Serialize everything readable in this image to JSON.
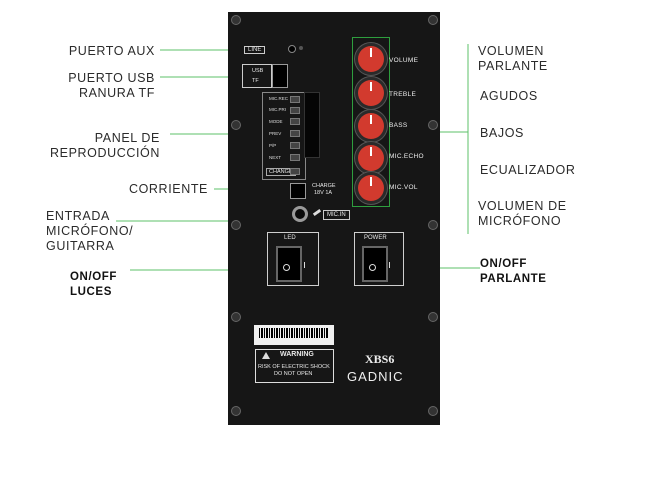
{
  "left_labels": {
    "aux": "PUERTO AUX",
    "usb_line1": "PUERTO USB",
    "usb_line2": "RANURA TF",
    "playback_line1": "PANEL DE",
    "playback_line2": "REPRODUCCIÓN",
    "power": "CORRIENTE",
    "mic_line1": "ENTRADA",
    "mic_line2": "MICRÓFONO/",
    "mic_line3": "GUITARRA",
    "lights_line1": "ON/OFF",
    "lights_line2": "LUCES"
  },
  "right_labels": {
    "volume_line1": "VOLUMEN",
    "volume_line2": "PARLANTE",
    "treble": "AGUDOS",
    "bass": "BAJOS",
    "eq": "ECUALIZADOR",
    "micvol_line1": "VOLUMEN DE",
    "micvol_line2": "MICRÓFONO",
    "speaker_line1": "ON/OFF",
    "speaker_line2": "PARLANTE"
  },
  "panel": {
    "line": "LINE",
    "usb": "USB",
    "tf": "TF",
    "buttons": [
      "MIC.REC",
      "MIC.PRI",
      "MODE",
      "PREV",
      "P/P",
      "NEXT"
    ],
    "change": "CHANGE",
    "charge": "CHARGE",
    "charge_spec": "18V 1A",
    "mic_in": "MIC.IN",
    "led": "LED",
    "power": "POWER",
    "knobs": [
      "VOLUME",
      "TREBLE",
      "BASS",
      "MIC.ECHO",
      "MIC.VOL"
    ],
    "warning": "WARNING",
    "warning_line1": "RISK OF ELECTRIC SHOCK",
    "warning_line2": "DO NOT OPEN",
    "model": "XBS6",
    "brand": "GADNIC"
  },
  "colors": {
    "panel": "#161616",
    "knob": "#d23a2e",
    "leader_line": "#5ec26a"
  }
}
